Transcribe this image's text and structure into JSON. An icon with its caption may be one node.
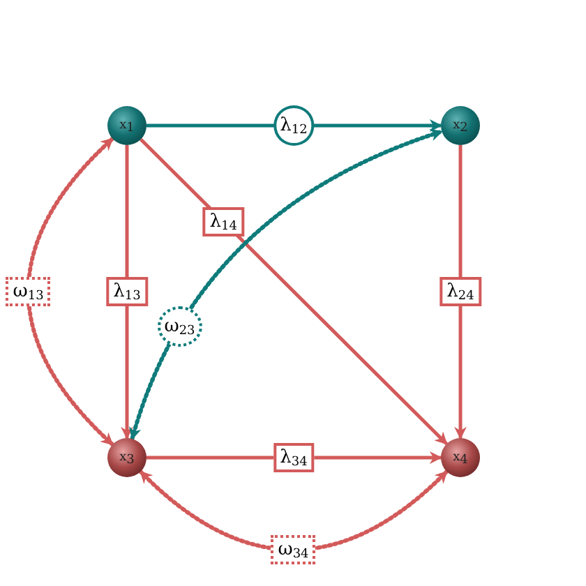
{
  "diagram": {
    "nodes": [
      {
        "text": [
          "x$_{1}$"
        ]
      },
      {
        "text": [
          "x$_{2}$"
        ]
      },
      {
        "text": [
          "x$_{3}$"
        ]
      },
      {
        "text": [
          "x$_{4}$"
        ]
      }
    ],
    "edges": [
      {
        "from": 0,
        "to": 1,
        "arrow": "to",
        "label": "λ$_{12}$",
        "color": "#0f7b7b"
      },
      {
        "from": 0,
        "to": 3,
        "arrow": "to",
        "label": "λ$_{14}$"
      },
      {
        "from": 0,
        "to": 2,
        "arrow": "to",
        "label": "λ$_{13}$"
      },
      {
        "from": 1,
        "to": 3,
        "arrow": "to",
        "label": "λ$_{24}$"
      },
      {
        "from": 0,
        "to": 2,
        "arrow": "both",
        "label": "ω$_{13}$",
        "style": "dashed"
      },
      {
        "from": 2,
        "to": 1,
        "arrow": "both",
        "label": "ω$_{23}$",
        "style": "dashed",
        "color": "#0f7b7b"
      },
      {
        "from": 2,
        "to": 3,
        "arrow": "to",
        "label": "λ$_{34}$"
      },
      {
        "from": 2,
        "to": 3,
        "arrow": "both",
        "label": "ω$_{34}$",
        "style": "dashed"
      }
    ]
  }
}
